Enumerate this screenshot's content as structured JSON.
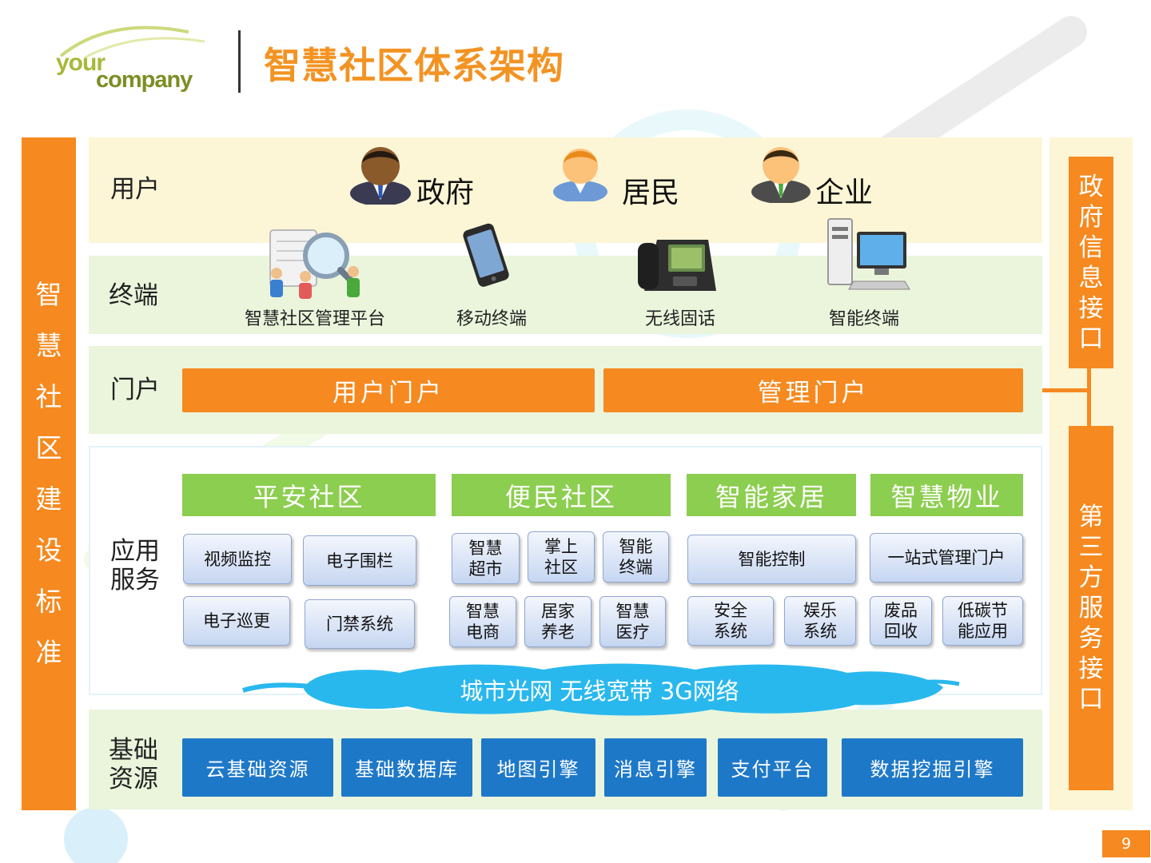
{
  "header": {
    "logo_line1": "your",
    "logo_line2": "company",
    "title": "智慧社区体系架构"
  },
  "left_bar": {
    "text": [
      "智",
      "慧",
      "社",
      "区",
      "建",
      "设",
      "标",
      "准"
    ]
  },
  "right_bar": {
    "top_text": [
      "政",
      "府",
      "信",
      "息",
      "接",
      "口"
    ],
    "bottom_text": [
      "第",
      "三",
      "方",
      "服",
      "务",
      "接",
      "口"
    ]
  },
  "layers": {
    "user": {
      "label": "用户",
      "items": [
        "政府",
        "居民",
        "企业"
      ]
    },
    "terminal": {
      "label": "终端",
      "items": [
        "智慧社区管理平台",
        "移动终端",
        "无线固话",
        "智能终端"
      ]
    },
    "portal": {
      "label": "门户",
      "items": [
        "用户门户",
        "管理门户"
      ]
    },
    "app": {
      "label_line1": "应用",
      "label_line2": "服务",
      "categories": [
        "平安社区",
        "便民社区",
        "智能家居",
        "智慧物业"
      ],
      "ping_an": [
        "视频监控",
        "电子围栏",
        "电子巡更",
        "门禁系统"
      ],
      "bian_min": [
        [
          "智慧",
          "超市"
        ],
        [
          "掌上",
          "社区"
        ],
        [
          "智能",
          "终端"
        ],
        [
          "智慧",
          "电商"
        ],
        [
          "居家",
          "养老"
        ],
        [
          "智慧",
          "医疗"
        ]
      ],
      "jia_ju": {
        "top": "智能控制",
        "bottom": [
          [
            "安全",
            "系统"
          ],
          [
            "娱乐",
            "系统"
          ]
        ]
      },
      "wu_ye": {
        "top": "一站式管理门户",
        "bottom": [
          [
            "废品",
            "回收"
          ],
          [
            "低碳节",
            "能应用"
          ]
        ]
      }
    },
    "network": {
      "text": "城市光网  无线宽带  3G网络"
    },
    "infra": {
      "label_line1": "基础",
      "label_line2": "资源",
      "items": [
        "云基础资源",
        "基础数据库",
        "地图引擎",
        "消息引擎",
        "支付平台",
        "数据挖掘引擎"
      ]
    }
  },
  "page_number": "9",
  "colors": {
    "orange": "#f6891f",
    "green": "#8cce4f",
    "blue": "#1e78c8",
    "title_orange": "#f39323",
    "cloud": "#29b8ee",
    "user_layer_bg": "#fcf6d6",
    "green_layer_bg": "#eaf5dc"
  }
}
